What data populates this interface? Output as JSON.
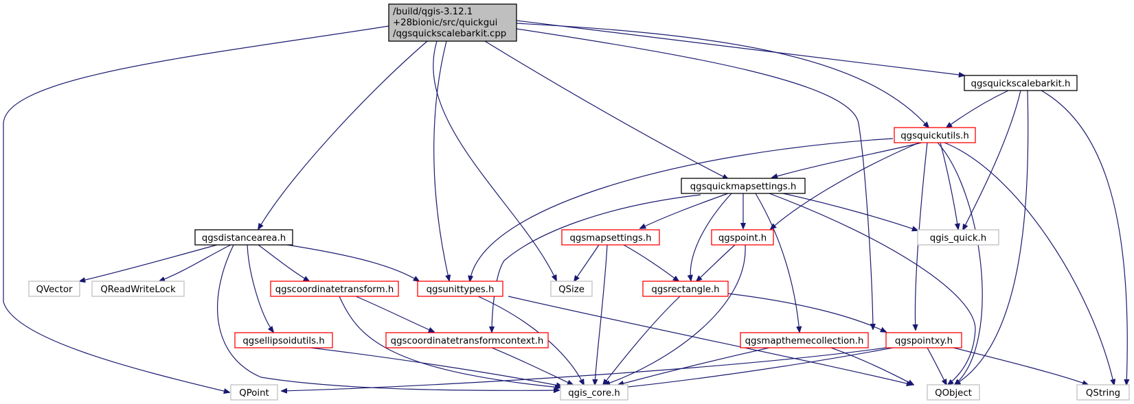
{
  "root_file": {
    "line1": "/build/qgis-3.12.1",
    "line2": "+28bionic/src/quickgui",
    "line3": "/qgsquickscalebarkit.cpp"
  },
  "nodes": {
    "qgsquickscalebarkit_h": "qgsquickscalebarkit.h",
    "qgsquickutils_h": "qgsquickutils.h",
    "qgsquickmapsettings_h": "qgsquickmapsettings.h",
    "qgsdistancearea_h": "qgsdistancearea.h",
    "qgsmapsettings_h": "qgsmapsettings.h",
    "qgspoint_h": "qgspoint.h",
    "qgis_quick_h": "qgis_quick.h",
    "QVector": "QVector",
    "QReadWriteLock": "QReadWriteLock",
    "qgscoordinatetransform_h": "qgscoordinatetransform.h",
    "qgsunittypes_h": "qgsunittypes.h",
    "QSize": "QSize",
    "qgsrectangle_h": "qgsrectangle.h",
    "qgsellipsoidutils_h": "qgsellipsoidutils.h",
    "qgscoordinatetransformcontext_h": "qgscoordinatetransformcontext.h",
    "qgsmapthemecollection_h": "qgsmapthemecollection.h",
    "qgspointxy_h": "qgspointxy.h",
    "QPoint": "QPoint",
    "qgis_core_h": "qgis_core.h",
    "QObject": "QObject",
    "QString": "QString"
  },
  "colors": {
    "edge": "#191970",
    "root_fill": "#bfbfbf",
    "documented_border": "#000000",
    "undocumented_border": "#ff0000",
    "external_border": "#bfbfbf"
  },
  "edges": [
    [
      "root",
      "QPoint"
    ],
    [
      "root",
      "qgsdistancearea_h"
    ],
    [
      "root",
      "qgsunittypes_h"
    ],
    [
      "root",
      "QSize"
    ],
    [
      "root",
      "qgsquickmapsettings_h"
    ],
    [
      "root",
      "qgspointxy_h"
    ],
    [
      "root",
      "qgsquickutils_h"
    ],
    [
      "root",
      "qgsquickscalebarkit_h"
    ],
    [
      "qgsquickscalebarkit_h",
      "qgsquickutils_h"
    ],
    [
      "qgsquickscalebarkit_h",
      "qgis_quick_h"
    ],
    [
      "qgsquickscalebarkit_h",
      "QObject"
    ],
    [
      "qgsquickscalebarkit_h",
      "QString"
    ],
    [
      "qgsquickutils_h",
      "qgsquickmapsettings_h"
    ],
    [
      "qgsquickutils_h",
      "qgsunittypes_h"
    ],
    [
      "qgsquickutils_h",
      "qgspoint_h"
    ],
    [
      "qgsquickutils_h",
      "qgis_quick_h"
    ],
    [
      "qgsquickutils_h",
      "qgspointxy_h"
    ],
    [
      "qgsquickutils_h",
      "QObject"
    ],
    [
      "qgsquickutils_h",
      "QString"
    ],
    [
      "qgsquickmapsettings_h",
      "qgsmapsettings_h"
    ],
    [
      "qgsquickmapsettings_h",
      "qgspoint_h"
    ],
    [
      "qgsquickmapsettings_h",
      "qgis_quick_h"
    ],
    [
      "qgsquickmapsettings_h",
      "qgsrectangle_h"
    ],
    [
      "qgsquickmapsettings_h",
      "qgscoordinatetransformcontext_h"
    ],
    [
      "qgsquickmapsettings_h",
      "qgsmapthemecollection_h"
    ],
    [
      "qgsquickmapsettings_h",
      "QObject"
    ],
    [
      "qgsdistancearea_h",
      "QVector"
    ],
    [
      "qgsdistancearea_h",
      "QReadWriteLock"
    ],
    [
      "qgsdistancearea_h",
      "qgscoordinatetransform_h"
    ],
    [
      "qgsdistancearea_h",
      "qgsunittypes_h"
    ],
    [
      "qgsdistancearea_h",
      "qgsellipsoidutils_h"
    ],
    [
      "qgsdistancearea_h",
      "qgis_core_h"
    ],
    [
      "qgsmapsettings_h",
      "QSize"
    ],
    [
      "qgsmapsettings_h",
      "qgsrectangle_h"
    ],
    [
      "qgsmapsettings_h",
      "qgis_core_h"
    ],
    [
      "qgspoint_h",
      "qgsrectangle_h"
    ],
    [
      "qgspoint_h",
      "qgis_core_h"
    ],
    [
      "qgscoordinatetransform_h",
      "qgscoordinatetransformcontext_h"
    ],
    [
      "qgscoordinatetransform_h",
      "qgis_core_h"
    ],
    [
      "qgsunittypes_h",
      "qgis_core_h"
    ],
    [
      "qgsunittypes_h",
      "QObject"
    ],
    [
      "qgsrectangle_h",
      "qgspointxy_h"
    ],
    [
      "qgsrectangle_h",
      "qgis_core_h"
    ],
    [
      "qgsellipsoidutils_h",
      "qgis_core_h"
    ],
    [
      "qgscoordinatetransformcontext_h",
      "qgis_core_h"
    ],
    [
      "qgsmapthemecollection_h",
      "qgis_core_h"
    ],
    [
      "qgsmapthemecollection_h",
      "QObject"
    ],
    [
      "qgspointxy_h",
      "QPoint"
    ],
    [
      "qgspointxy_h",
      "qgis_core_h"
    ],
    [
      "qgspointxy_h",
      "QObject"
    ],
    [
      "qgspointxy_h",
      "QString"
    ]
  ]
}
